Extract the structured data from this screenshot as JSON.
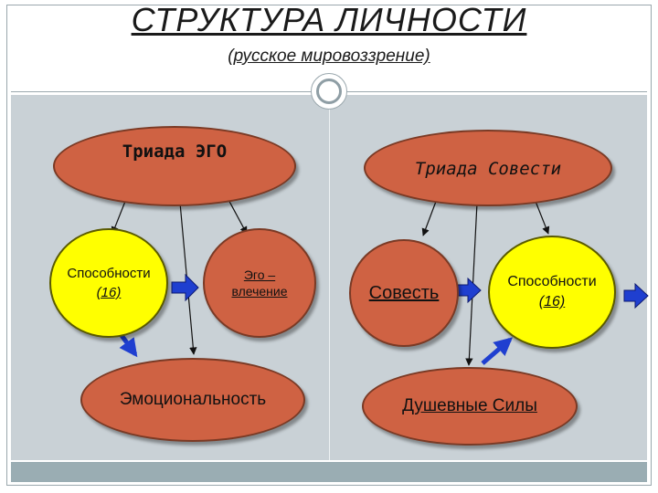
{
  "header": {
    "title": "СТРУКТУРА  ЛИЧНОСТИ",
    "subtitle": "(русское мировоззрение)"
  },
  "colors": {
    "panel": "#c9d1d6",
    "node_red": "#cf6243",
    "node_yellow": "#ffff00",
    "arrow_blue": "#1f3fd0",
    "footer": "#9aadb3"
  },
  "nodes": {
    "triad_ego": {
      "label": "Триада ЭГО"
    },
    "triad_conscience": {
      "label": "Триада Совести"
    },
    "abilities_left": {
      "label": "Способности",
      "sub": "(16)"
    },
    "ego_attraction": {
      "label": "Эго –",
      "sub": "влечение"
    },
    "conscience": {
      "label": "Совесть"
    },
    "abilities_right": {
      "label": "Способности",
      "sub": "(16)"
    },
    "emotionality": {
      "label": "Эмоциональность"
    },
    "soul_forces": {
      "label": "Душевные Силы"
    }
  }
}
